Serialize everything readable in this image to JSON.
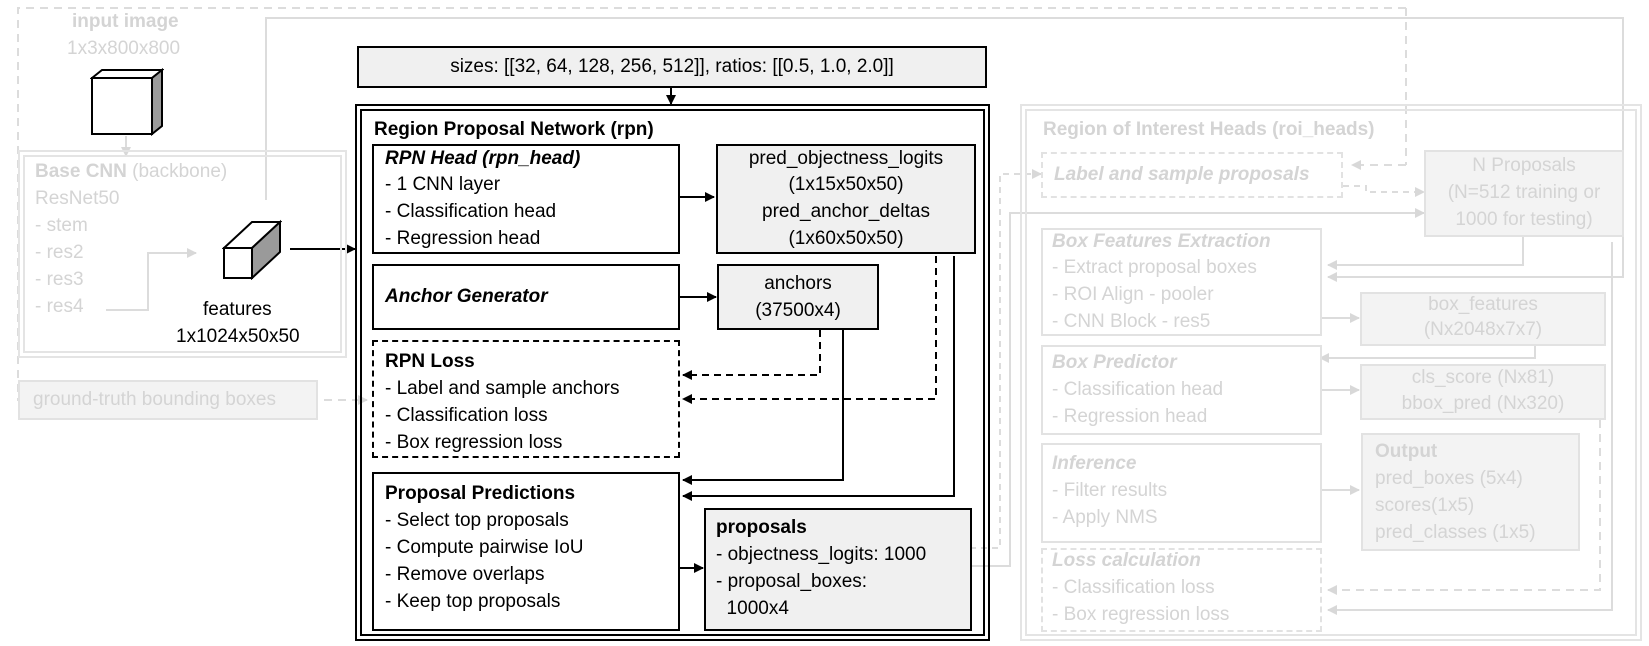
{
  "input": {
    "title": "input image",
    "dims": "1x3x800x800"
  },
  "backbone": {
    "title_bold": "Base CNN",
    "title_rest": " (backbone)",
    "items": [
      "ResNet50",
      "- stem",
      "- res2",
      "- res3",
      "- res4"
    ]
  },
  "features": {
    "label": "features",
    "dims": "1x1024x50x50"
  },
  "ground_truth": {
    "label": "ground-truth bounding boxes"
  },
  "anchor_config": {
    "text": "sizes: [[32, 64, 128, 256, 512]], ratios: [[0.5, 1.0, 2.0]]"
  },
  "rpn": {
    "title": "Region Proposal Network (rpn)",
    "head": {
      "title": "RPN Head (rpn_head)",
      "items": [
        "-   1 CNN layer",
        "-   Classification head",
        "-   Regression head"
      ]
    },
    "head_outputs": [
      "pred_objectness_logits",
      "(1x15x50x50)",
      "pred_anchor_deltas",
      "(1x60x50x50)"
    ],
    "anchor_generator": {
      "title": "Anchor Generator"
    },
    "anchors": [
      "anchors",
      "(37500x4)"
    ],
    "loss": {
      "title": "RPN Loss",
      "items": [
        "-   Label and sample anchors",
        "-   Classification loss",
        "-   Box regression loss"
      ]
    },
    "proposal_predictions": {
      "title": "Proposal Predictions",
      "items": [
        "-   Select top proposals",
        "-   Compute pairwise IoU",
        "-   Remove overlaps",
        "-   Keep top proposals"
      ]
    },
    "proposals": {
      "title": "proposals",
      "items": [
        "- objectness_logits: 1000",
        "- proposal_boxes:",
        "  1000x4"
      ]
    }
  },
  "roi": {
    "title": "Region of Interest Heads (roi_heads)",
    "label_sample": "Label and sample proposals",
    "n_proposals": [
      "N Proposals",
      "(N=512 training or",
      "1000 for testing)"
    ],
    "box_features_extraction": {
      "title": "Box Features Extraction",
      "items": [
        "-   Extract proposal boxes",
        "-   ROI Align - pooler",
        "-   CNN Block - res5"
      ]
    },
    "box_features": [
      "box_features",
      "(Nx2048x7x7)"
    ],
    "box_predictor": {
      "title": "Box Predictor",
      "items": [
        "-   Classification head",
        "-   Regression head"
      ]
    },
    "scores": [
      "cls_score (Nx81)",
      "bbox_pred (Nx320)"
    ],
    "inference": {
      "title": "Inference",
      "items": [
        "-   Filter results",
        "-   Apply NMS"
      ]
    },
    "output": {
      "title": "Output",
      "items": [
        "pred_boxes (5x4)",
        "scores(1x5)",
        "pred_classes (1x5)"
      ]
    },
    "loss_calc": {
      "title": "Loss calculation",
      "items": [
        "-   Classification loss",
        "-   Box regression loss"
      ]
    }
  },
  "colors": {
    "faded": "#d4d4d4",
    "faded_border": "#e2e2e2",
    "grey_fill": "#f0f0f0"
  }
}
